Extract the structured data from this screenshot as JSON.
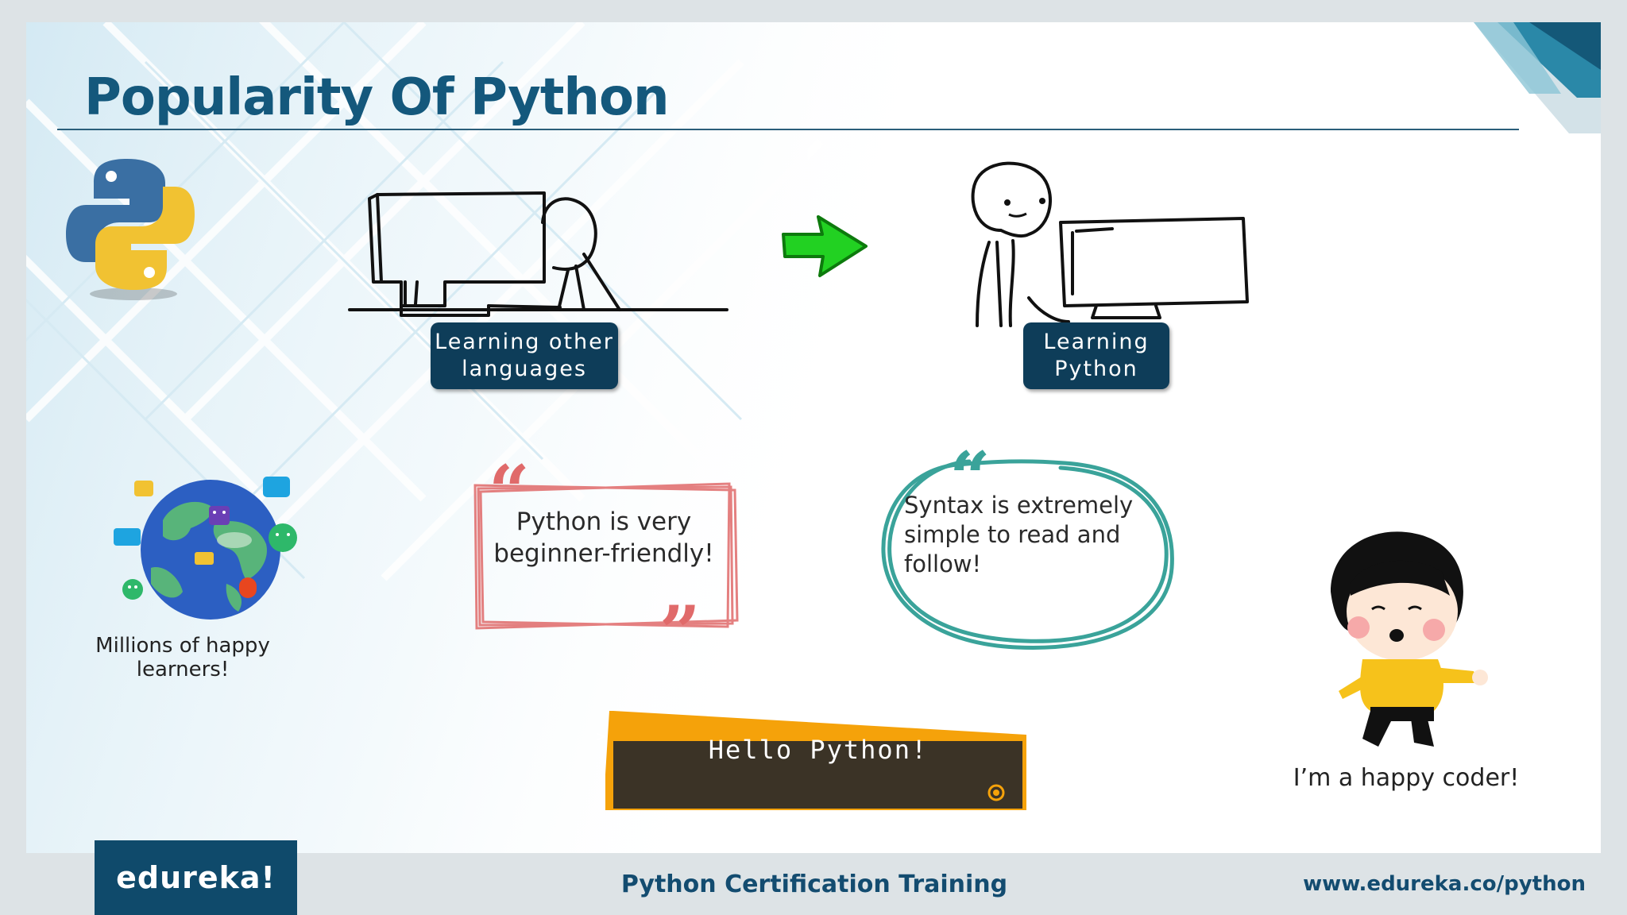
{
  "slide": {
    "title": "Popularity Of Python"
  },
  "labels": {
    "left": "Learning other languages",
    "right": "Learning Python"
  },
  "captions": {
    "millions": "Millions of happy learners!",
    "coder": "I’m a happy coder!"
  },
  "quotes": {
    "pink": "Python is very beginner-friendly!",
    "teal": "Syntax is extremely simple to read and follow!"
  },
  "terminal": {
    "prompt": ">",
    "text": "Hello Python!"
  },
  "footer": {
    "brand": "edureka!",
    "course": "Python Certification Training",
    "url": "www.edureka.co/python"
  },
  "colors": {
    "title": "#14587c",
    "label_bg": "#0e3d59",
    "footer_brand_bg": "#0f4a6b",
    "arrow": "#1ec21e",
    "quote_pink": "#e06a6a",
    "quote_teal": "#3aa39a",
    "terminal_bg": "#3b3326",
    "terminal_accent": "#f5a20a"
  },
  "icons": [
    "python-logo-icon",
    "green-arrow-icon",
    "globe-icon",
    "chat-emoji-icons",
    "cartoon-girl-icon"
  ]
}
